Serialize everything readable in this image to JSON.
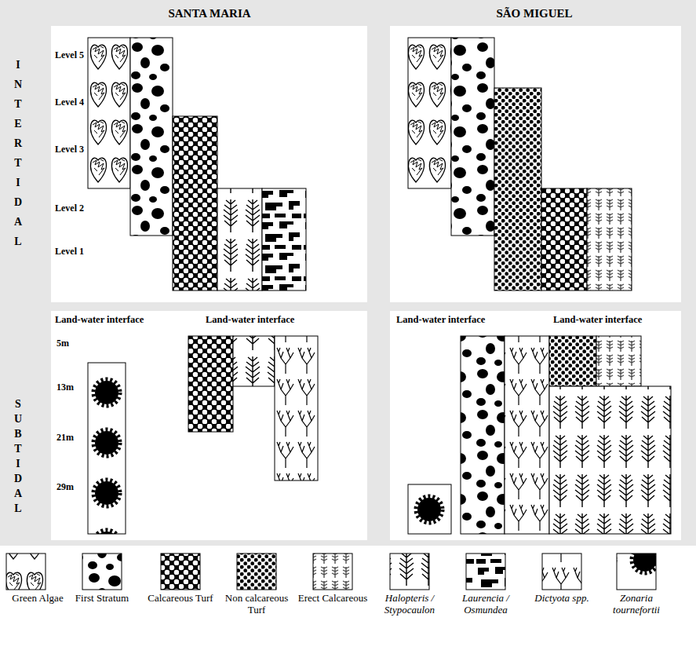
{
  "diagram": {
    "labels": [
      "SANTA MARIA",
      "SÃO MIGUEL",
      "INTERTIDAL",
      "Level 5",
      "Level 4",
      "Level 3",
      "Level 2",
      "Level 1",
      "SUBTIDAL",
      "Land-water interface",
      "Land-water interface",
      "Land-water interface",
      "Land-water interface",
      "5m",
      "13m",
      "21m",
      "29m"
    ],
    "legend": [
      {
        "text": "Green Algae"
      },
      {
        "text": "First Stratum"
      },
      {
        "text": "Calcareous Turf"
      },
      {
        "text": "Non calcareous Turf"
      },
      {
        "text": "Erect Calcareous"
      },
      {
        "text": "Halopteris / Stypocaulon"
      },
      {
        "text": "Laurencia / Osmundea"
      },
      {
        "text": "Dictyota spp."
      },
      {
        "text": "Zonaria tournefortii"
      }
    ]
  }
}
